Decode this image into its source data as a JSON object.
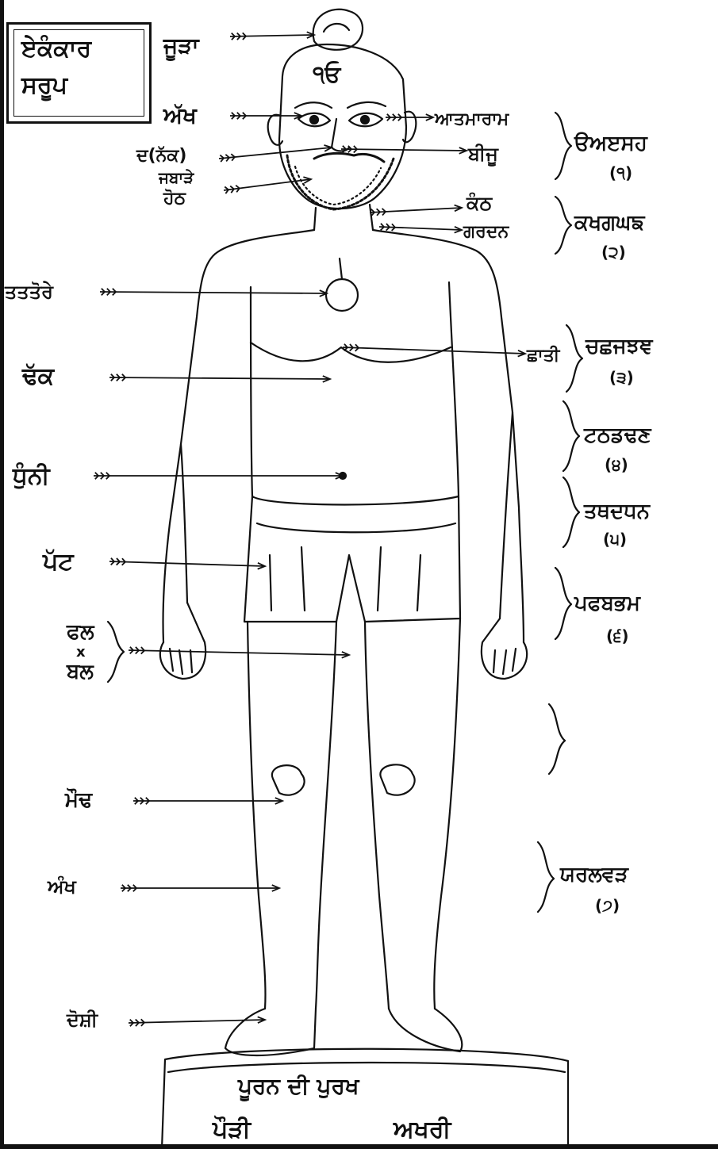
{
  "title": {
    "line1": "ਏਕੰਕਾਰ",
    "line2": "ਸਰੂਪ"
  },
  "head_mark": "੧ਓ",
  "left_labels": {
    "jura": "ਜੂੜਾ",
    "akh": "ਅੱਖ",
    "nak": "ਦ(ਨੱਕ)",
    "jabade": "ਜਬਾੜੇ",
    "honth": "ਹੋਠ",
    "tattore": "ਤਤਤੋਰੇ",
    "dhakk": "ਢੱਕ",
    "dhunni": "ਧੁੰਨੀ",
    "patt": "ਪੱਟ",
    "fal": "ਫਲ",
    "x": "x",
    "bal": "ਬਲ",
    "maudh": "ਮੌਢ",
    "ankh": "ਅੰਖ",
    "dhauri": "ਦੋਸ਼ੀ"
  },
  "right_labels": {
    "atma_ram": "ਆਤਮਾਰਾਮ",
    "bij": "ਬੀਜੂ",
    "kanth": "ਕੰਠ",
    "gardan": "ਗਰਦਨ",
    "chhati": "ਛਾਤੀ"
  },
  "groups": [
    {
      "letters": "ੳਅੲਸਹ",
      "number": "(੧)"
    },
    {
      "letters": "ਕਖਗਘਙ",
      "number": "(੨)"
    },
    {
      "letters": "ਚਛਜਝਞ",
      "number": "(੩)"
    },
    {
      "letters": "ਟਠਡਢਣ",
      "number": "(੪)"
    },
    {
      "letters": "ਤਥਦਧਨ",
      "number": "(੫)"
    },
    {
      "letters": "ਪਫਬਭਮ",
      "number": "(੬)"
    },
    {
      "letters": "",
      "number": ""
    },
    {
      "letters": "ਯਰਲਵੜ",
      "number": "(੭)"
    }
  ],
  "base": {
    "top": "ਪੂਰਨ ਦੀ ਪੁਰਖ",
    "left": "ਪੌੜੀ",
    "right": "ਅਖਰੀ"
  }
}
